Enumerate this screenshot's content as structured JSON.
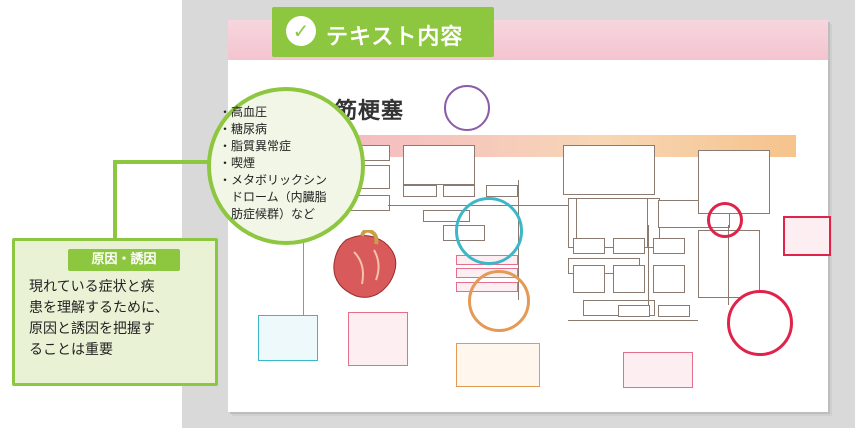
{
  "header": {
    "title": "テキスト内容",
    "check_icon": "check-icon"
  },
  "page": {
    "title": "心筋梗塞"
  },
  "risk_factors": {
    "items": [
      "・高血圧",
      "・糖尿病",
      "・脂質異常症",
      "・喫煙",
      "・メタボリックシン",
      "　ドローム（内臓脂",
      "　肪症候群）など"
    ]
  },
  "cause_card": {
    "heading": "原因・誘因",
    "body_lines": [
      "現れている症状と疾",
      "患を理解するために、",
      "原因と誘因を把握す",
      "ることは重要"
    ]
  },
  "colors": {
    "accent_green": "#8dc63f",
    "pink": "#e0234a",
    "teal": "#3cb7c8",
    "orange": "#e39a55",
    "purple": "#8b5ca8"
  }
}
